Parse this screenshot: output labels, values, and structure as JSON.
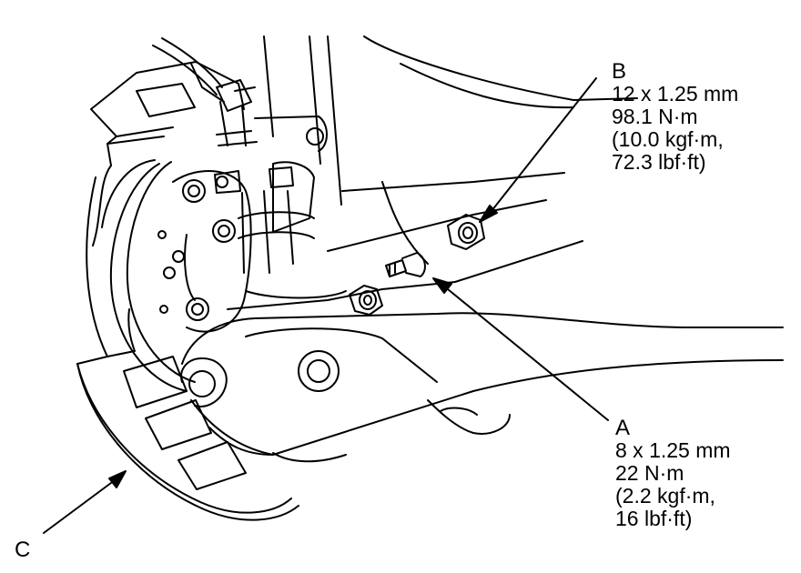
{
  "callouts": {
    "a": {
      "letter": "A",
      "size": "8 x 1.25 mm",
      "torque_nm": "22 N·m",
      "torque_kgf": "(2.2 kgf·m,",
      "torque_lbf": "16 lbf·ft)"
    },
    "b": {
      "letter": "B",
      "size": "12 x 1.25 mm",
      "torque_nm": "98.1 N·m",
      "torque_kgf": "(10.0 kgf·m,",
      "torque_lbf": "72.3 lbf·ft)"
    },
    "c": {
      "letter": "C"
    }
  },
  "colors": {
    "ink": "#000000",
    "paper": "#ffffff"
  }
}
